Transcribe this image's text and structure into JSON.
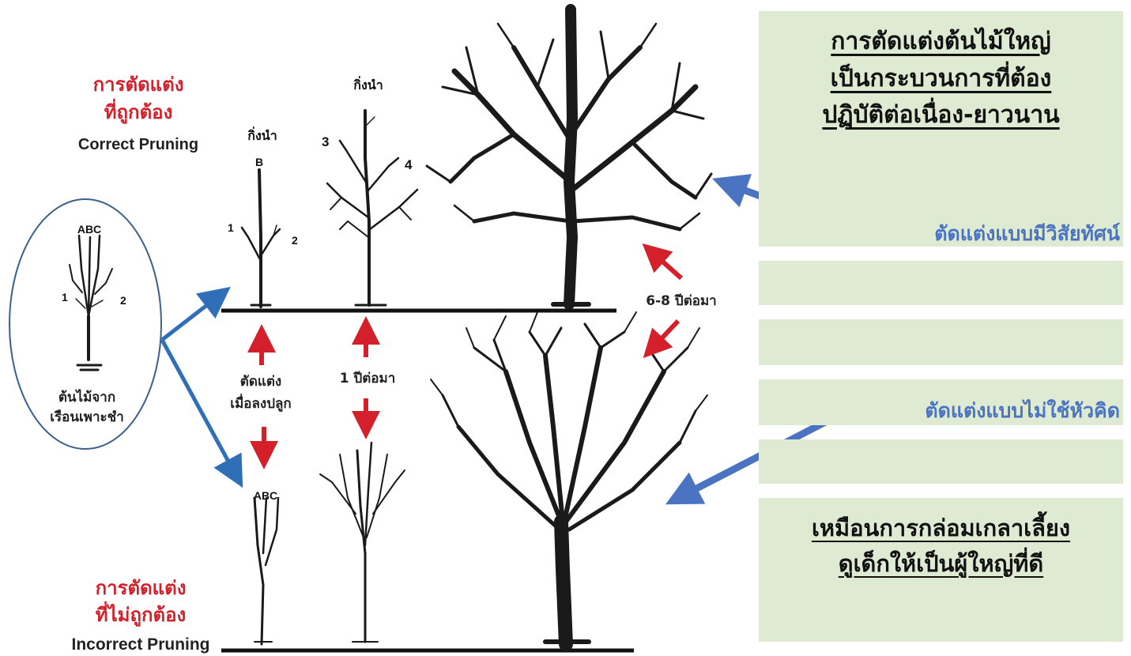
{
  "correct": {
    "heading_line1": "การตัดแต่ง",
    "heading_line2": "ที่ถูกต้อง",
    "english": "Correct Pruning"
  },
  "incorrect": {
    "heading_line1": "การตัดแต่ง",
    "heading_line2": "ที่ไม่ถูกต้อง",
    "english": "Incorrect Pruning"
  },
  "nursery": {
    "label_line1": "ต้นไม้จาก",
    "label_line2": "เรือนเพาะชำ",
    "abc": "ABC",
    "mark1": "1",
    "mark2": "2"
  },
  "tree_a": {
    "leader": "กิ่งนำ",
    "mark_b": "B",
    "mark1": "1",
    "mark2": "2"
  },
  "tree_b": {
    "leader": "กิ่งนำ",
    "mark3": "3",
    "mark4": "4"
  },
  "tree_c": {
    "abc": "ABC"
  },
  "labels": {
    "prune_at_planting_1": "ตัดแต่ง",
    "prune_at_planting_2": "เมื่อลงปลูก",
    "one_year_later": "1 ปีต่อมา",
    "years_later": "6-8 ปีต่อมา"
  },
  "right_panel": {
    "title_lines": [
      "การตัดแต่งต้นไม้ใหญ่",
      "เป็นกระบวนการที่ต้อง",
      "ปฏิบัติต่อเนื่อง-ยาวนาน"
    ],
    "visionary": "ตัดแต่งแบบมีวิสัยทัศน์",
    "thoughtless": "ตัดแต่งแบบไม่ใช้หัวคิด",
    "nurture_lines": [
      "เหมือนการกล่อมเกลาเลี้ยง",
      "ดูเด็กให้เป็นผู้ใหญ่ที่ดี"
    ]
  },
  "colors": {
    "red": "#d4202a",
    "blue": "#4a74c2",
    "panel": "#dfead2",
    "arrow_blue": "#2f6fb8"
  }
}
